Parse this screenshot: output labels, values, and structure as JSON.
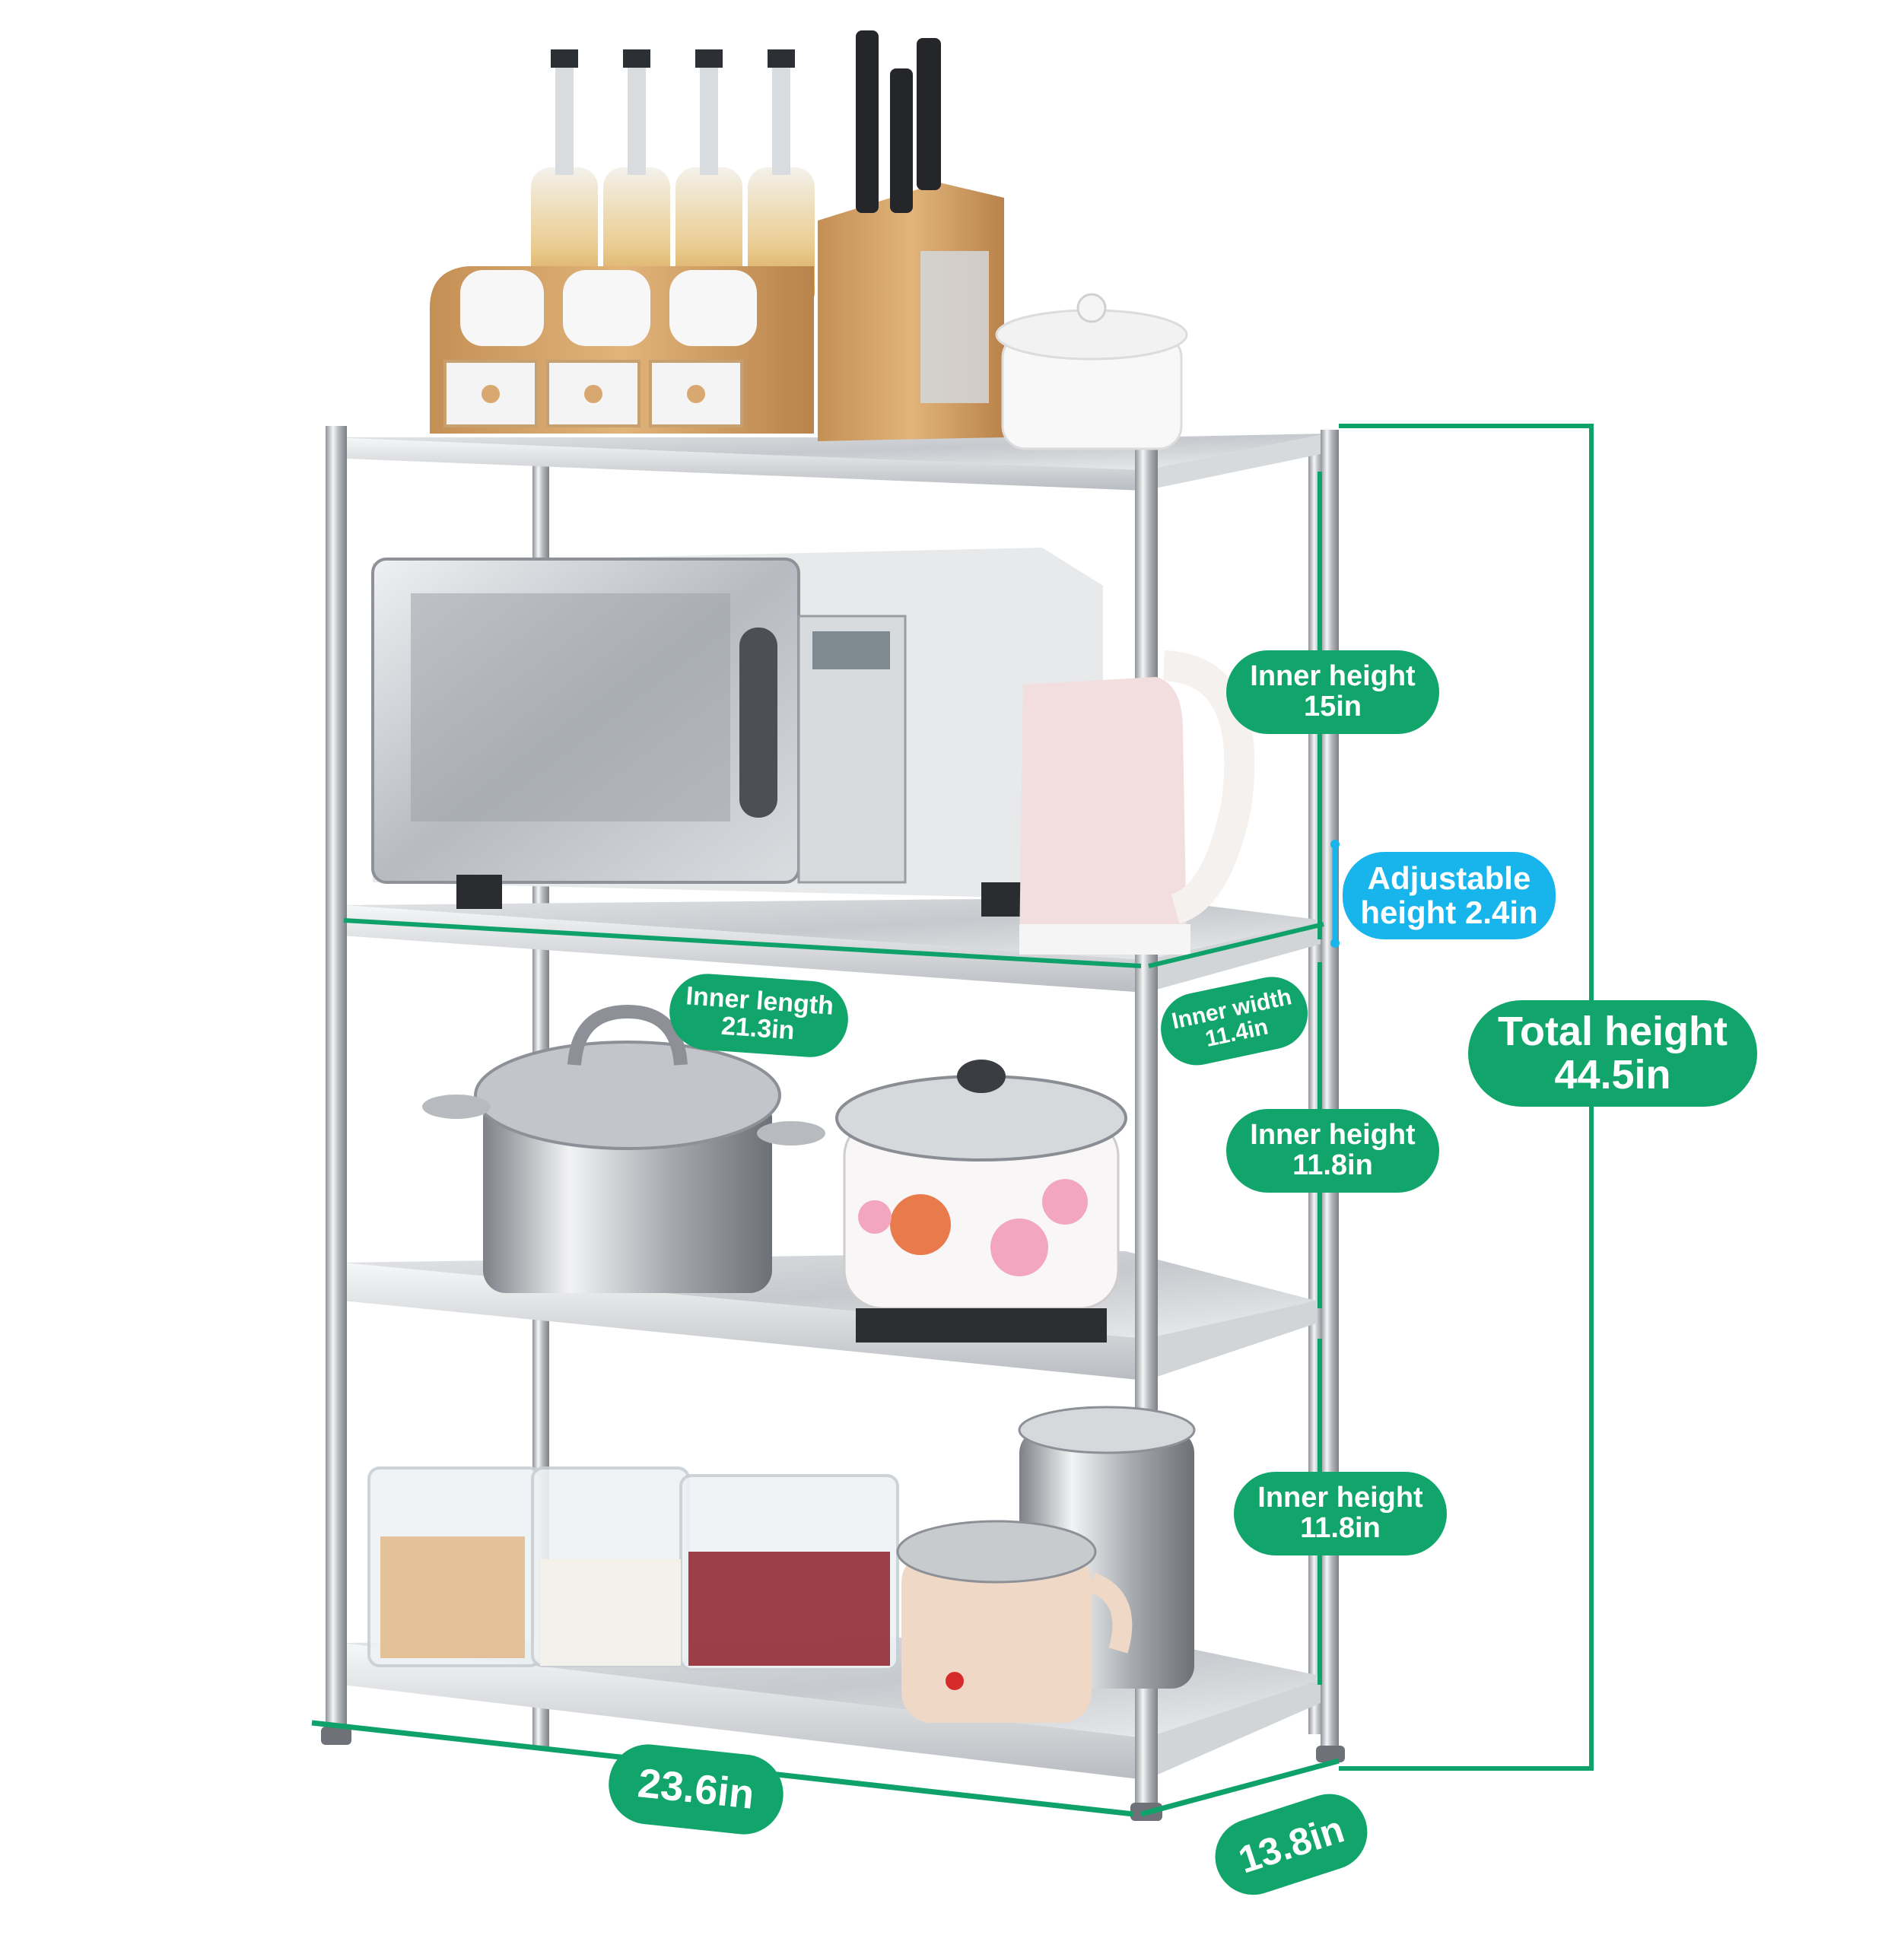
{
  "product": {
    "name": "4-tier stainless steel kitchen shelving rack",
    "shelf_count": 4
  },
  "dimensions": {
    "total_height": {
      "line1": "Total height",
      "line2": "44.5in"
    },
    "inner_height_top": {
      "line1": "Inner height",
      "line2": "15in"
    },
    "adjustable_height": {
      "line1": "Adjustable",
      "line2": "height 2.4in"
    },
    "inner_width": {
      "line1": "Inner width",
      "line2": "11.4in"
    },
    "inner_length": {
      "line1": "Inner length",
      "line2": "21.3in"
    },
    "inner_height_middle": {
      "line1": "Inner height",
      "line2": "11.8in"
    },
    "inner_height_bottom": {
      "line1": "Inner height",
      "line2": "11.8in"
    },
    "width": "23.6in",
    "depth": "13.8in"
  },
  "items": {
    "top_shelf": [
      "oil bottles",
      "seasoning jars",
      "knife block",
      "ceramic pot"
    ],
    "second_shelf": [
      "microwave",
      "electric kettle"
    ],
    "third_shelf": [
      "stock pot",
      "rice cooker"
    ],
    "bottom_shelf": [
      "storage boxes",
      "lunch box",
      "electric cooker"
    ]
  },
  "colors": {
    "measure_green": "#0fa16a",
    "badge_green": "#11a56b",
    "badge_blue": "#18b4ec",
    "steel": "#c9ccd0",
    "text_white": "#ffffff"
  }
}
